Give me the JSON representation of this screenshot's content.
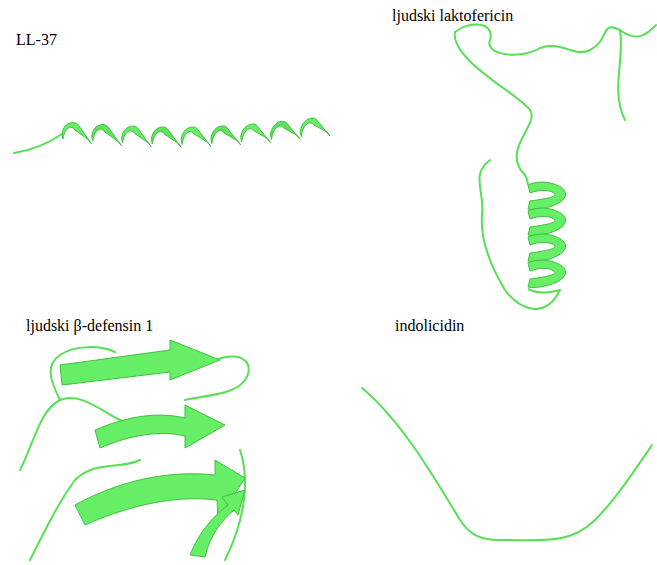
{
  "diagram": {
    "labels": [
      "LL-37",
      "ljudski laktofericin",
      "ljudski β-defensin 1",
      "indolicidin"
    ]
  }
}
